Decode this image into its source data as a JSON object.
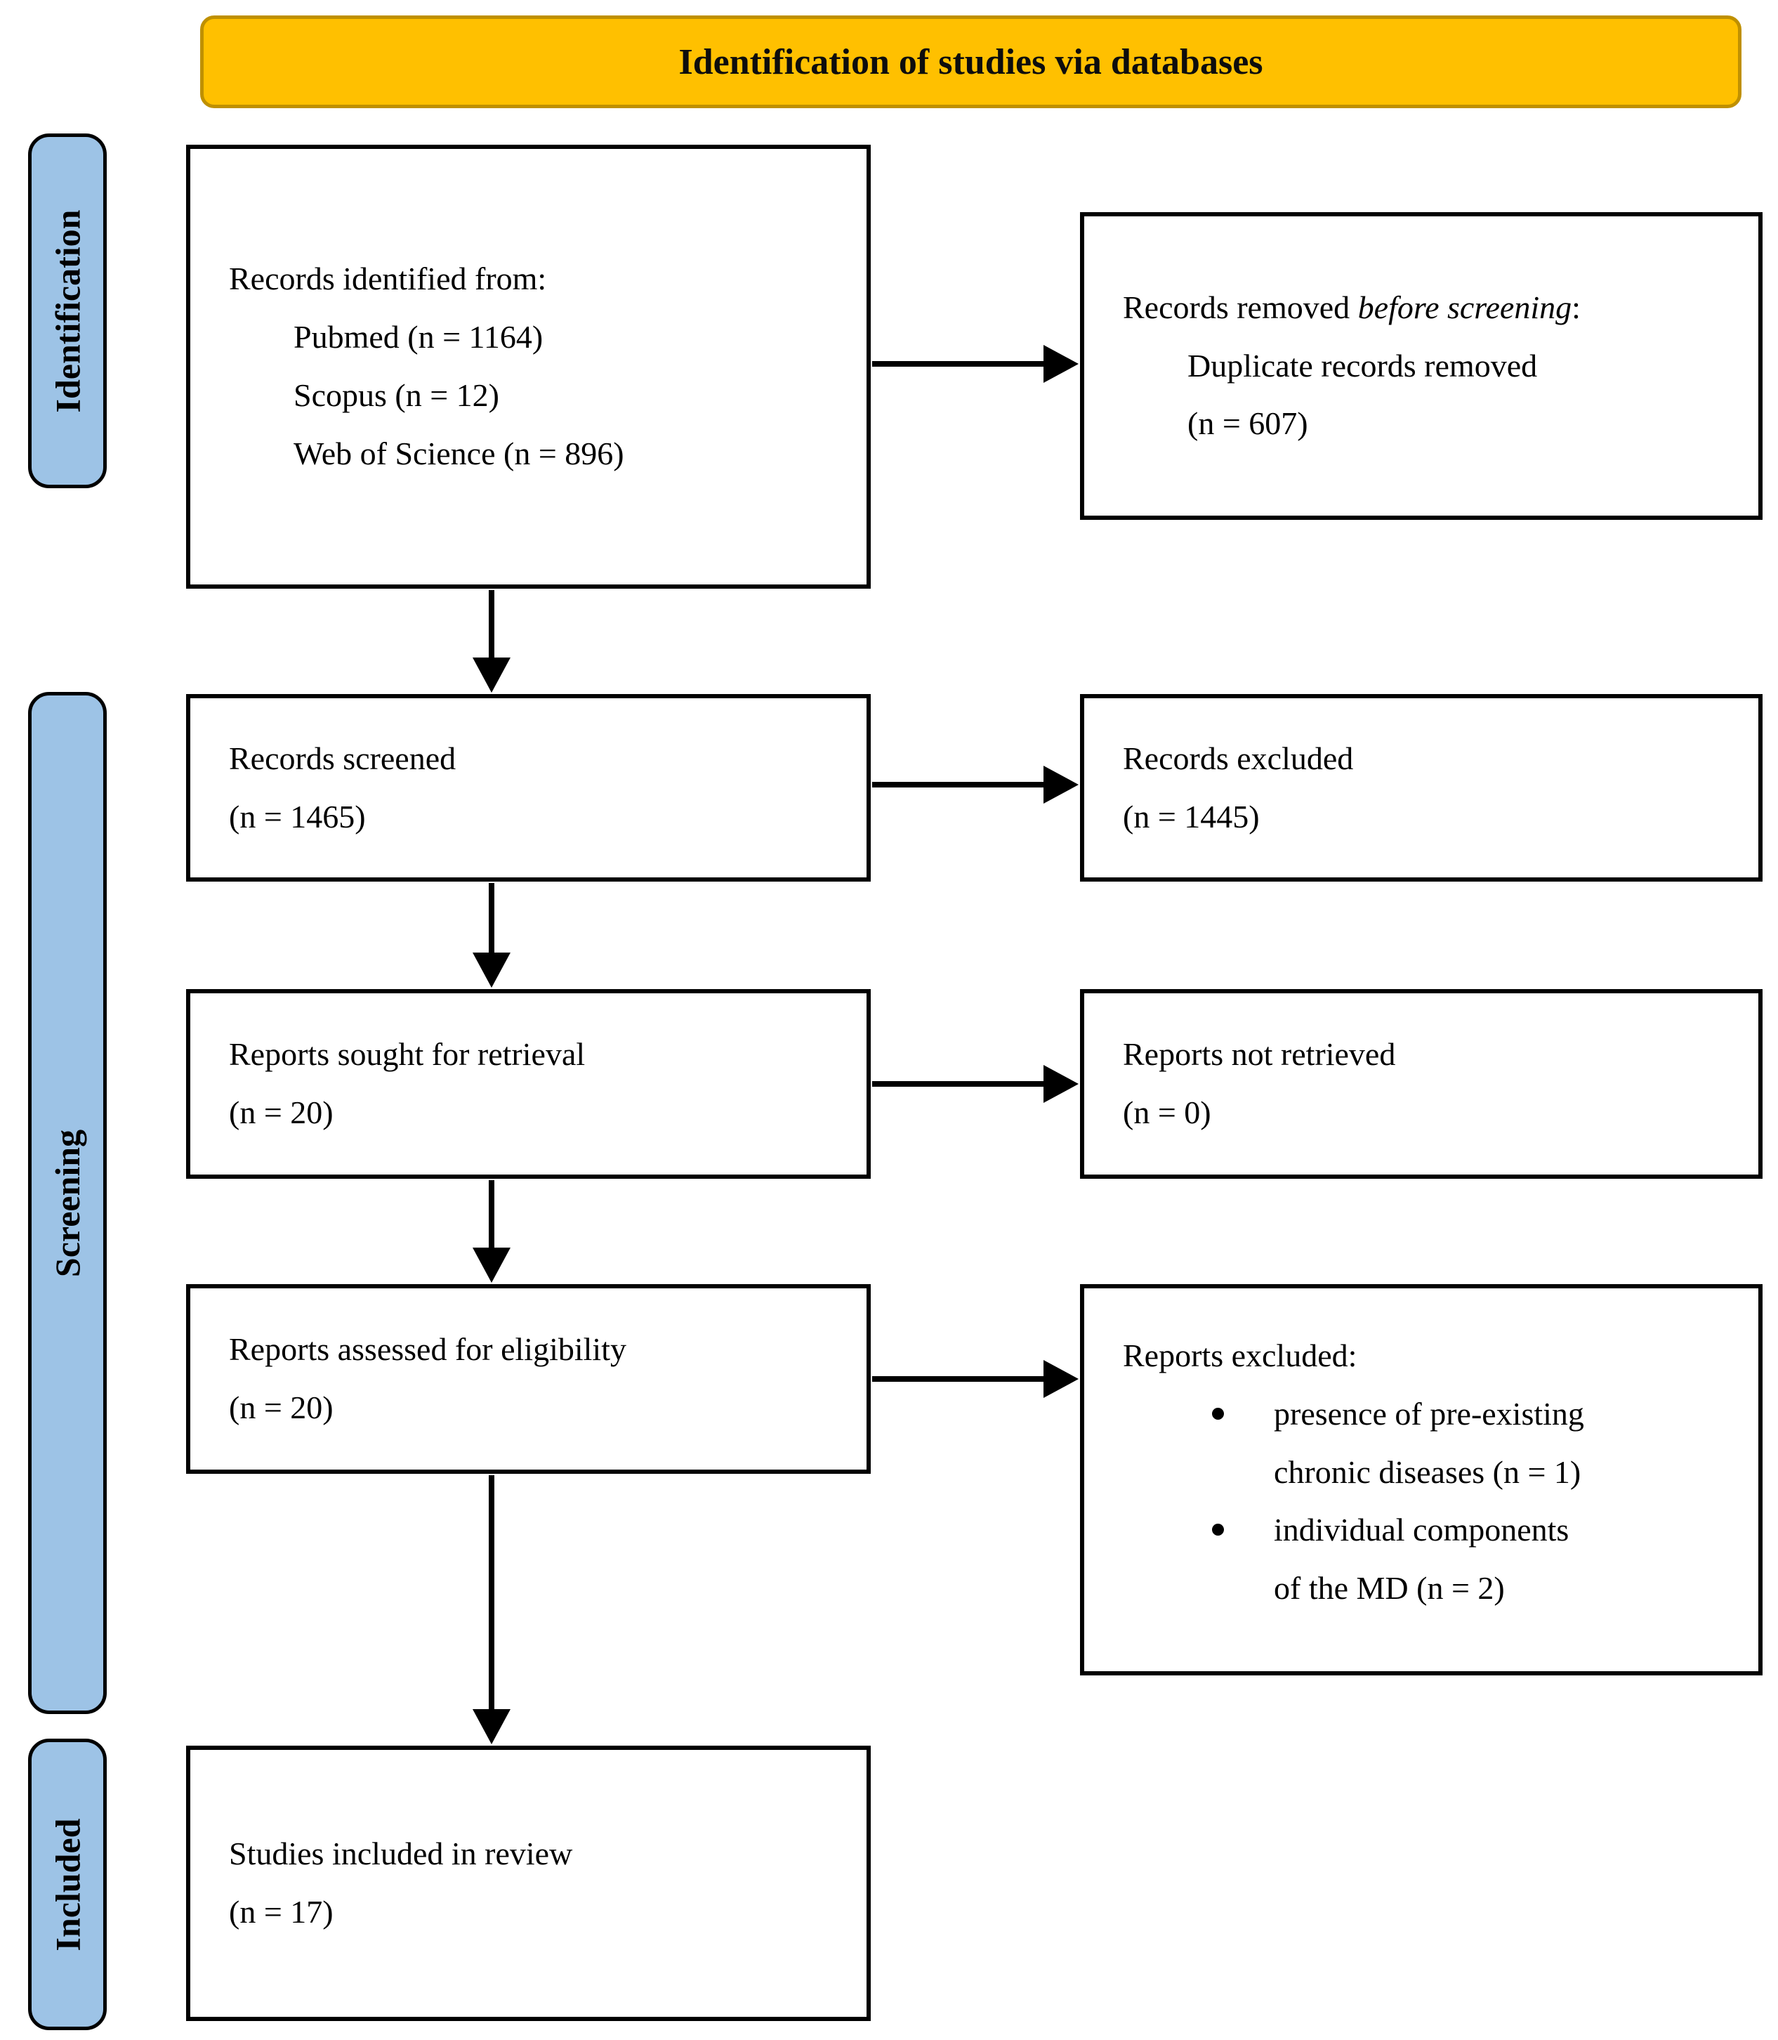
{
  "title": "Identification of studies via databases",
  "stages": {
    "identification": "Identification",
    "screening": "Screening",
    "included": "Included"
  },
  "boxes": {
    "records_identified": {
      "header": "Records identified from:",
      "items": [
        "Pubmed (n = 1164)",
        "Scopus (n = 12)",
        "Web of Science (n = 896)"
      ]
    },
    "records_removed": {
      "prefix": "Records removed ",
      "italic": "before screening",
      "suffix": ":",
      "items": [
        "Duplicate records removed",
        "(n = 607)"
      ]
    },
    "records_screened": {
      "lines": [
        "Records screened",
        "(n = 1465)"
      ]
    },
    "records_excluded": {
      "lines": [
        "Records excluded",
        "(n = 1445)"
      ]
    },
    "reports_sought": {
      "lines": [
        "Reports sought for retrieval",
        "(n = 20)"
      ]
    },
    "reports_not_retrieved": {
      "lines": [
        "Reports not retrieved",
        "(n = 0)"
      ]
    },
    "reports_assessed": {
      "lines": [
        "Reports assessed for eligibility",
        "(n = 20)"
      ]
    },
    "reports_excluded": {
      "header": "Reports excluded:",
      "bullets": [
        [
          "presence of pre-existing",
          "chronic diseases (n = 1)"
        ],
        [
          "individual components",
          "of the MD (n = 2)"
        ]
      ]
    },
    "studies_included": {
      "lines": [
        "Studies included in review",
        "(n = 17)"
      ]
    }
  },
  "colors": {
    "banner_fill": "#FFC000",
    "banner_border": "#BF9000",
    "stage_fill": "#9DC3E6",
    "stage_border": "#000000",
    "box_border": "#000000",
    "arrow": "#000000",
    "text": "#000000"
  }
}
